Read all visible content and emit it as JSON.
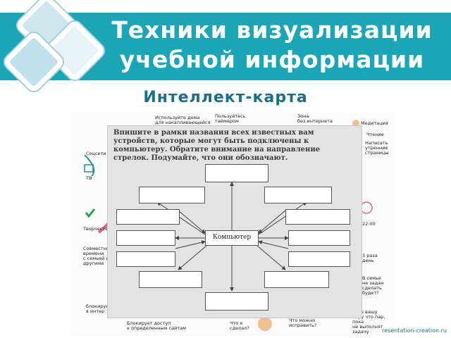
{
  "slide": {
    "title_line1": "Техники визуализации",
    "title_line2": "учебной информации",
    "subtitle": "Интеллект-карта",
    "footer": "resentation-creation.ru"
  },
  "mindmap": {
    "top_labels": [
      "Используйте дома\nдля накапливающейся",
      "Пользуйтесь\nтаймером",
      "Зона\nбез интернета",
      "Медитация"
    ],
    "left_labels": [
      "Соцсети",
      "ТВ",
      "Творчество",
      "Совместные\nвремени\nс семьей и\nдругими",
      "блокирует д\nв интер"
    ],
    "right_labels": [
      "Чтение",
      "Написать\nутренние\nстраницы",
      "22:00",
      "3 раза\nдень",
      "В семье\nне задан\nсделать\nбудет?",
      "Уйте вашу\nпару что пар, пока\nне выполнят задачу"
    ],
    "bottom_labels": [
      "Блокирует доступ\nк определенным сайтам",
      "Что я\nсделал?",
      "Что можно\nисправить?"
    ]
  },
  "worksheet": {
    "instruction": "Впишите в рамки названия всех известных вам устройств, которые могут быть подключены к компьютеру. Обратите внимание на направление стрелок. Подумайте, что они обозначают.",
    "center_label": "Компьютер"
  },
  "colors": {
    "title_band": "#1aa6b7",
    "subtitle": "#1b6f86",
    "branch_pink": "#e0608a",
    "check_green": "#2e9e3e"
  }
}
